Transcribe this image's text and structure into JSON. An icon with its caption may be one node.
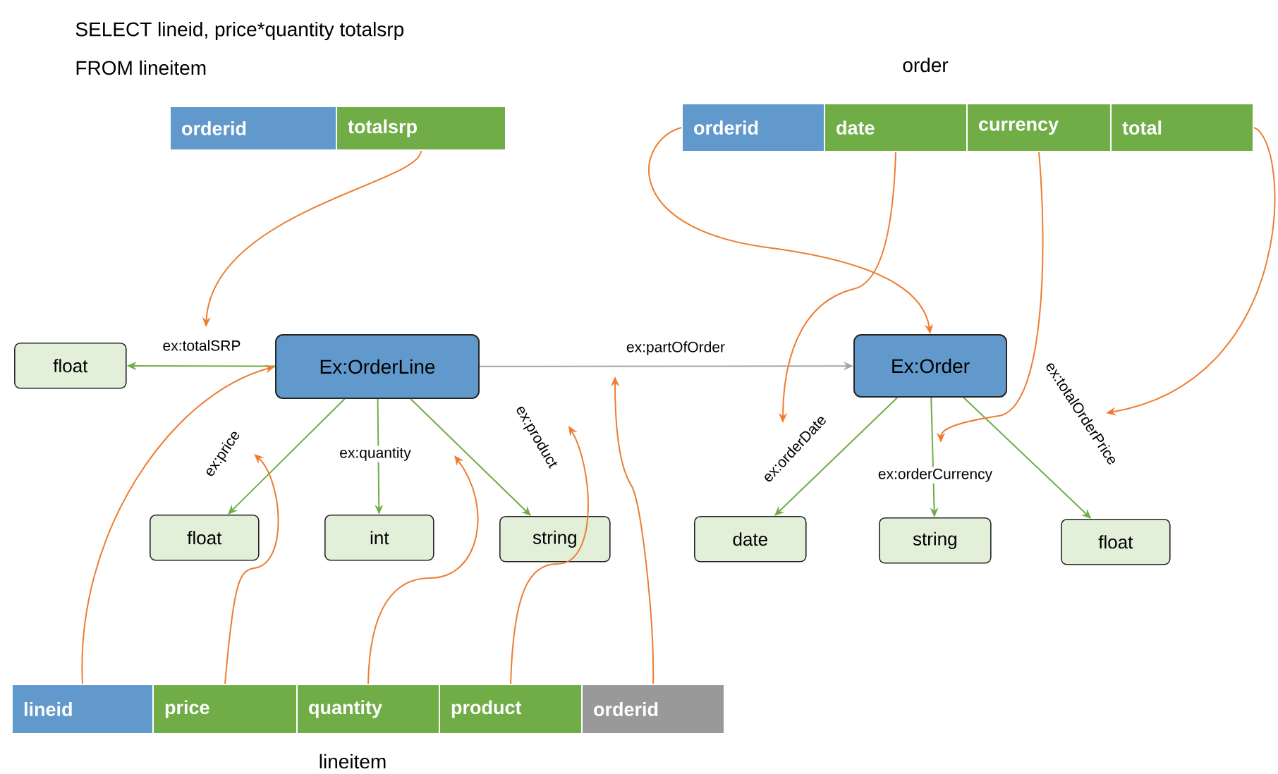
{
  "diagram": {
    "nodes": [
      {
        "text": [
          "orderid"
        ]
      },
      {
        "text": [
          "totalsrp"
        ]
      },
      {
        "text": [
          "orderid"
        ]
      },
      {
        "text": [
          "date"
        ]
      },
      {
        "text": [
          "currency"
        ]
      },
      {
        "text": [
          "total"
        ]
      },
      {
        "text": [
          "float"
        ]
      },
      {
        "text": [
          "Ex:OrderLine"
        ]
      },
      {
        "text": [
          "Ex:Order"
        ]
      },
      {
        "text": [
          "float"
        ]
      },
      {
        "text": [
          "int"
        ]
      },
      {
        "text": [
          "string"
        ]
      },
      {
        "text": [
          "date"
        ]
      },
      {
        "text": [
          "string"
        ]
      },
      {
        "text": [
          "float"
        ]
      },
      {
        "text": [
          "lineid"
        ]
      },
      {
        "text": [
          "price"
        ]
      },
      {
        "text": [
          "quantity"
        ]
      },
      {
        "text": [
          "product"
        ]
      },
      {
        "text": [
          "orderid"
        ]
      }
    ],
    "edges": [
      {
        "from": 7,
        "to": 6,
        "arrow": "to",
        "label": "ex:totalSRP",
        "color": "#70ad47"
      },
      {
        "from": 7,
        "to": 9,
        "arrow": "to",
        "label": "ex:price",
        "color": "#70ad47"
      },
      {
        "from": 7,
        "to": 10,
        "arrow": "to",
        "label": "ex:quantity",
        "color": "#70ad47"
      },
      {
        "from": 7,
        "to": 11,
        "arrow": "to",
        "label": "ex:product",
        "color": "#70ad47"
      },
      {
        "from": 7,
        "to": 8,
        "arrow": "to",
        "label": "ex:partOfOrder",
        "color": "#a5a5a5"
      },
      {
        "from": 8,
        "to": 12,
        "arrow": "to",
        "label": "ex:orderDate",
        "color": "#70ad47"
      },
      {
        "from": 8,
        "to": 13,
        "arrow": "to",
        "label": "ex:orderCurrency",
        "color": "#70ad47"
      },
      {
        "from": 8,
        "to": 14,
        "arrow": "to",
        "label": "ex:totalOrderPrice",
        "color": "#70ad47"
      },
      {
        "from": 1,
        "to": null,
        "arrow": "to"
      },
      {
        "from": 2,
        "to": 8,
        "arrow": "to"
      },
      {
        "from": 3,
        "to": null,
        "arrow": "to"
      },
      {
        "from": 4,
        "to": null,
        "arrow": "to"
      },
      {
        "from": 5,
        "to": null,
        "arrow": "to"
      },
      {
        "from": 15,
        "to": 7,
        "arrow": "to"
      },
      {
        "from": 16,
        "to": null,
        "arrow": "to"
      },
      {
        "from": 17,
        "to": null,
        "arrow": "to"
      },
      {
        "from": 18,
        "to": null,
        "arrow": "to"
      },
      {
        "from": 19,
        "to": null,
        "arrow": "to"
      }
    ],
    "labels": [
      "SELECT lineid, price*quantity totalsrp",
      "FROM lineitem",
      "order",
      "lineitem"
    ]
  }
}
